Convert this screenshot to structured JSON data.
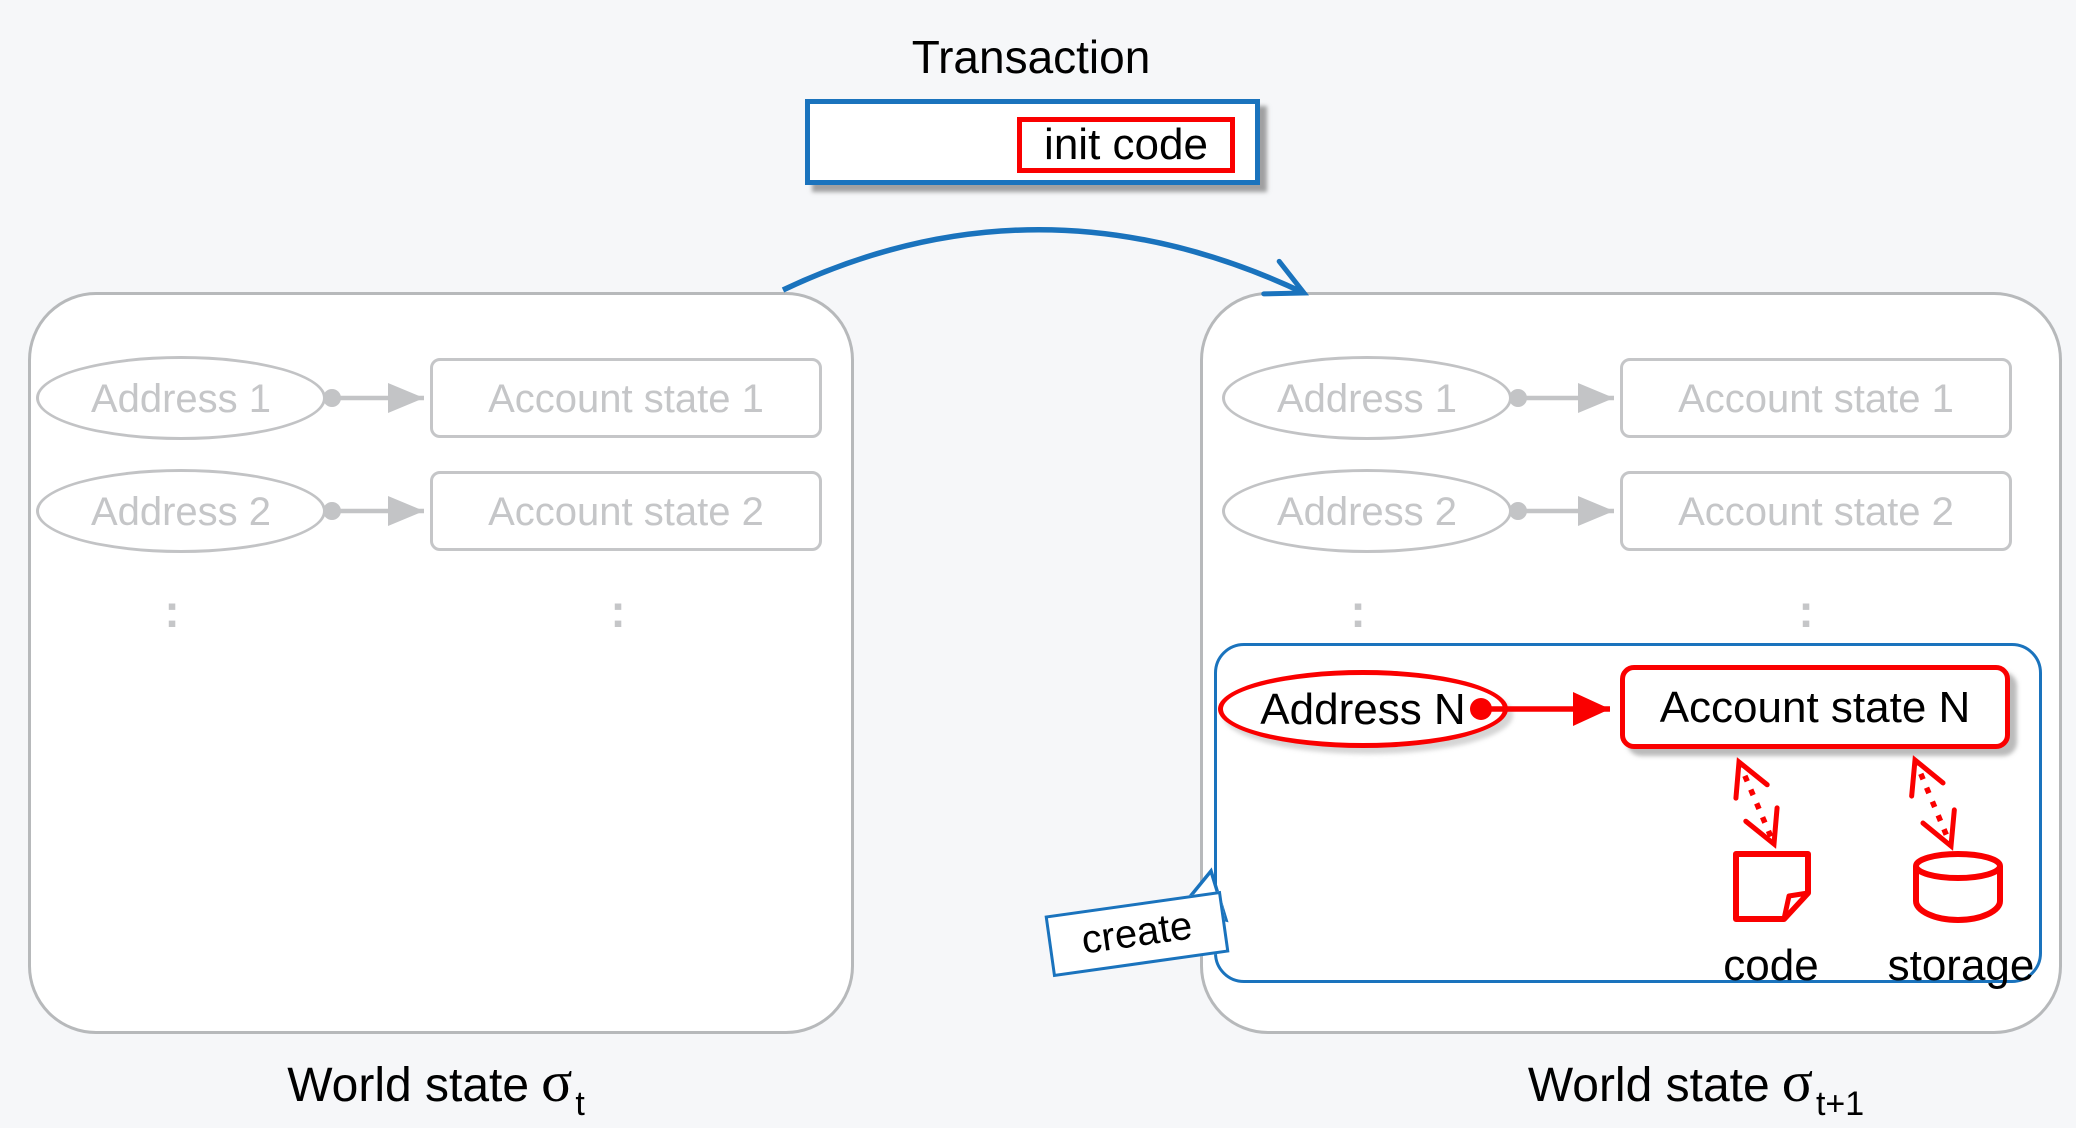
{
  "transaction": {
    "label": "Transaction",
    "init_code_label": "init code"
  },
  "left_world_state": {
    "rows": [
      {
        "address": "Address 1",
        "account_state": "Account state 1"
      },
      {
        "address": "Address 2",
        "account_state": "Account state 2"
      }
    ],
    "ellipsis": ":",
    "caption": {
      "text": "World state",
      "sigma": "σ",
      "subscript": "t"
    }
  },
  "right_world_state": {
    "rows": [
      {
        "address": "Address 1",
        "account_state": "Account state 1"
      },
      {
        "address": "Address 2",
        "account_state": "Account state 2"
      }
    ],
    "ellipsis": ":",
    "created_account": {
      "address": "Address N",
      "account_state": "Account state N",
      "code_label": "code",
      "storage_label": "storage",
      "create_badge": "create"
    },
    "caption": {
      "text": "World state",
      "sigma": "σ",
      "subscript": "t+1"
    }
  },
  "icons": {
    "code": "document-note-icon",
    "storage": "database-cylinder-icon",
    "transition": "curved-arrow-icon"
  },
  "colors": {
    "background": "#f6f7f9",
    "panel_fill": "#ffffff",
    "blue": "#1a73bd",
    "red": "#fa0000",
    "gray_border": "#b7b9bb",
    "gray_muted": "#c5c6c8",
    "text": "#000000"
  }
}
